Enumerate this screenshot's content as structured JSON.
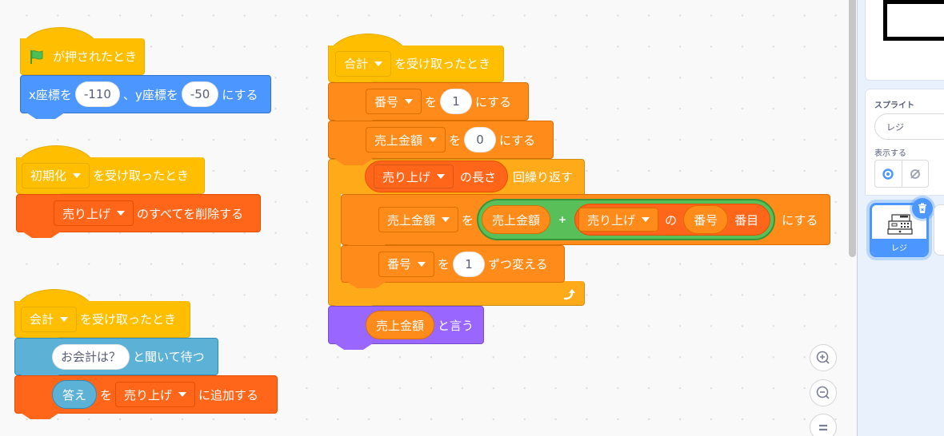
{
  "workspace": {
    "script1": {
      "hat": {
        "label": "が押されたとき",
        "icon": "green-flag-icon"
      },
      "goto": {
        "x_label": "x座標を",
        "x_value": "-110",
        "sep": "、y座標を",
        "y_value": "-50",
        "suffix": "にする"
      }
    },
    "script2": {
      "hat": {
        "message": "初期化",
        "suffix": "を受け取ったとき"
      },
      "delete_all": {
        "list": "売り上げ",
        "suffix": "のすべてを削除する"
      }
    },
    "script3": {
      "hat": {
        "message": "会計",
        "suffix": "を受け取ったとき"
      },
      "ask": {
        "question": "お会計は？",
        "suffix": "と聞いて待つ"
      },
      "add": {
        "value": "答え",
        "mid": "を",
        "list": "売り上げ",
        "suffix": "に追加する"
      }
    },
    "script4": {
      "hat": {
        "message": "合計",
        "suffix": "を受け取ったとき"
      },
      "set1": {
        "var": "番号",
        "mid": "を",
        "value": "1",
        "suffix": "にする"
      },
      "set2": {
        "var": "売上金額",
        "mid": "を",
        "value": "0",
        "suffix": "にする"
      },
      "repeat": {
        "list": "売り上げ",
        "length_label": "の長さ",
        "suffix": "回繰り返す"
      },
      "set3": {
        "var": "売上金額",
        "mid": "を",
        "op_left": "売上金額",
        "op_sign": "+",
        "item_list": "売り上げ",
        "item_of": "の",
        "item_index": "番号",
        "item_suffix": "番目",
        "suffix": "にする"
      },
      "change": {
        "var": "番号",
        "mid": "を",
        "value": "1",
        "suffix": "ずつ変える"
      },
      "say": {
        "value": "売上金額",
        "suffix": "と言う"
      }
    },
    "zoom_controls": [
      "zoom-in",
      "zoom-out",
      "reset-zoom"
    ]
  },
  "sidebar": {
    "sprite_label": "スプライト",
    "sprite_name": "レジ",
    "show_label": "表示する",
    "sprites": [
      {
        "name": "レジ",
        "selected": true
      }
    ]
  },
  "colors": {
    "events": "#ffbf00",
    "motion": "#4c97ff",
    "lists": "#ff661a",
    "sensing": "#5cb1d6",
    "variables": "#ff8c1a",
    "control": "#ffab19",
    "looks": "#9966ff",
    "operators": "#59c059"
  }
}
